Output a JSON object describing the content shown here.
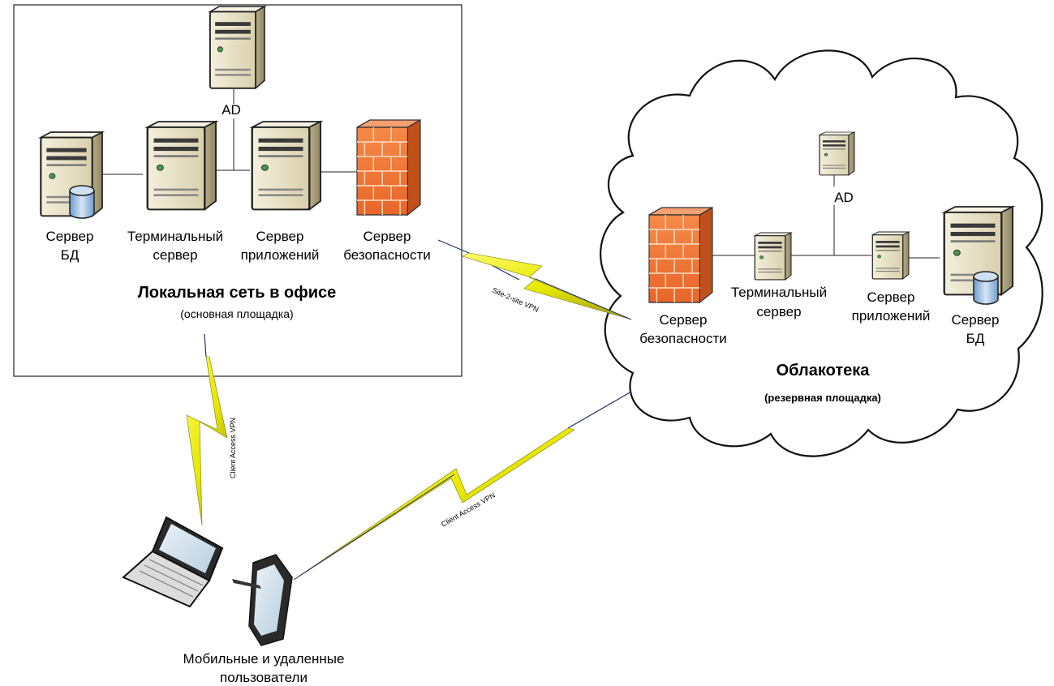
{
  "office": {
    "title": "Локальная сеть в офисе",
    "subtitle": "(основная площадка)",
    "ad": "AD",
    "db": [
      "Сервер",
      "БД"
    ],
    "terminal": [
      "Терминальный",
      "сервер"
    ],
    "apps": [
      "Сервер",
      "приложений"
    ],
    "security": [
      "Сервер",
      "безопасности"
    ]
  },
  "cloud": {
    "title": "Облакотека",
    "subtitle": "(резервная площадка)",
    "ad": "AD",
    "security": [
      "Сервер",
      "безопасности"
    ],
    "terminal": [
      "Терминальный",
      "сервер"
    ],
    "apps": [
      "Сервер",
      "приложений"
    ],
    "db": [
      "Сервер",
      "БД"
    ]
  },
  "links": {
    "site2site": "Site-2-site VPN",
    "client_office": "Client Access VPN",
    "client_cloud": "Client Access VPN"
  },
  "users": {
    "label": [
      "Мобильные и удаленные",
      "пользователи"
    ]
  },
  "colors": {
    "bolt": "#f2f20a",
    "firewall": "#f07a38",
    "server": "#ede6cc",
    "line": "#1f2f6a"
  }
}
